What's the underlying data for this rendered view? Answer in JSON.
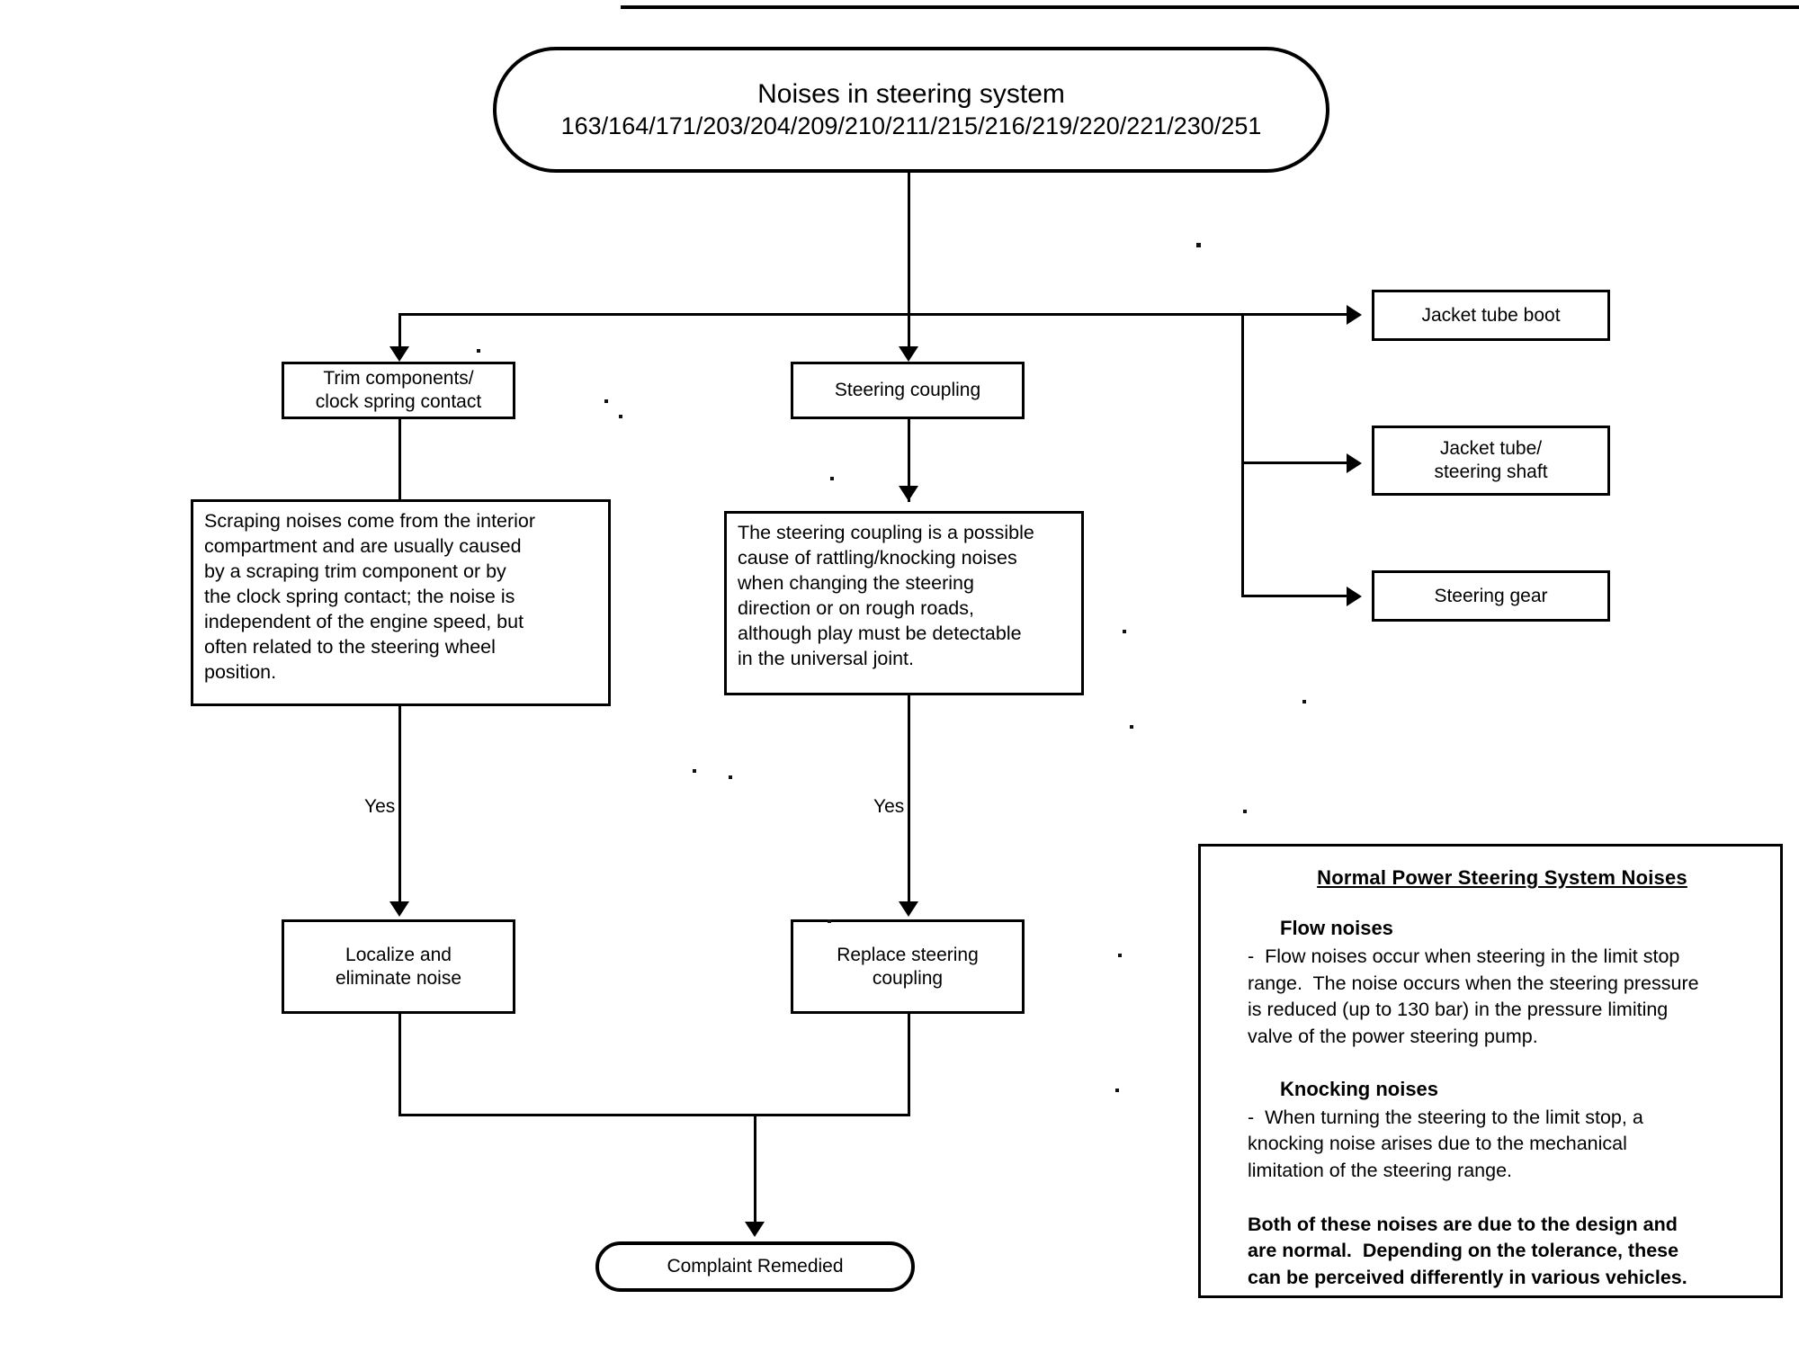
{
  "document": {
    "type": "troubleshooting-flowchart",
    "has_top_rule": true
  },
  "start": {
    "title_line1": "Noises in steering system",
    "title_line2": "163/164/171/203/204/209/210/211/215/216/219/220/221/230/251"
  },
  "branches": {
    "trim": {
      "line1": "Trim components/",
      "line2": "clock spring contact"
    },
    "coupling": {
      "line1": "Steering coupling"
    }
  },
  "descriptions": {
    "trim_desc": [
      "Scraping noises come from the interior",
      "compartment and are usually caused",
      "by a scraping trim component or by",
      "the clock spring contact; the noise is",
      "independent of the engine speed, but",
      "often related to the steering wheel",
      "position."
    ],
    "coupling_desc": [
      "The steering coupling is a possible",
      "cause of rattling/knocking noises",
      "when changing the steering",
      "direction or on rough roads,",
      "although play must be detectable",
      "in the universal joint."
    ]
  },
  "edge_labels": {
    "trim_yes": "Yes",
    "coupling_yes": "Yes"
  },
  "actions": {
    "localize": {
      "line1": "Localize and",
      "line2": "eliminate noise"
    },
    "replace": {
      "line1": "Replace steering",
      "line2": "coupling"
    }
  },
  "end": {
    "label": "Complaint Remedied"
  },
  "right_branches": [
    {
      "line1": "Jacket tube boot",
      "line2": ""
    },
    {
      "line1": "Jacket tube/",
      "line2": "steering shaft"
    },
    {
      "line1": "Steering gear",
      "line2": ""
    }
  ],
  "info_panel": {
    "title": "Normal Power Steering System Noises",
    "sections": [
      {
        "heading": "Flow noises",
        "lines": [
          "-  Flow noises occur when steering in the limit stop",
          "range.  The noise occurs when the steering pressure",
          "is reduced (up to 130 bar) in the pressure limiting",
          "valve of the power steering pump."
        ]
      },
      {
        "heading": "Knocking noises",
        "lines": [
          "-  When turning the steering to the limit stop, a",
          "knocking noise arises due to the mechanical",
          "limitation of the steering range."
        ]
      }
    ],
    "conclusion": [
      "Both of these noises are due to the design and",
      "are normal.  Depending on the tolerance, these",
      "can be perceived differently in various vehicles."
    ]
  },
  "colors": {
    "ink": "#000000",
    "paper": "#ffffff"
  }
}
